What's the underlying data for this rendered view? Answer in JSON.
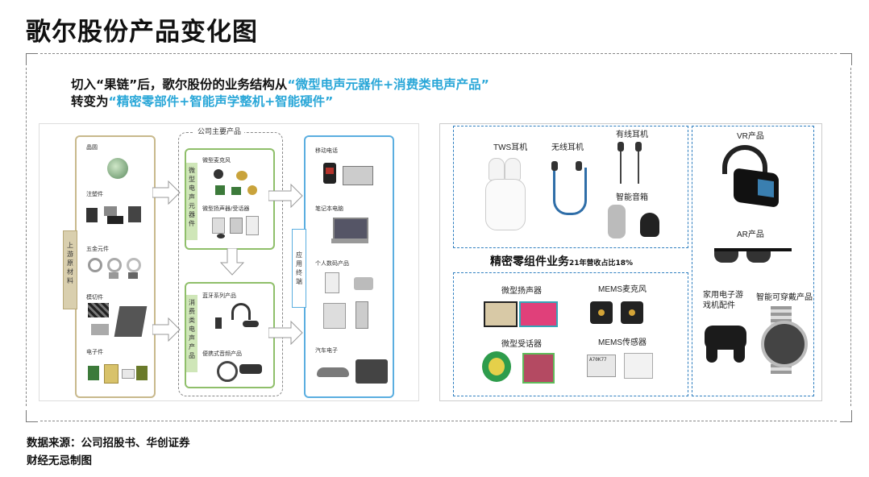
{
  "title": "歌尔股份产品变化图",
  "intro": {
    "line1_prefix": "切入“果链”后，歌尔股份的业务结构从",
    "line1_highlight": "“微型电声元器件+消费类电声产品”",
    "line2_prefix": "转变为",
    "line2_highlight": "“精密零部件+智能声学整机+智能硬件”"
  },
  "source": "数据来源：公司招股书、华创证券",
  "credit": "财经无忌制图",
  "left_diagram": {
    "group_title": "公司主要产品",
    "upstream_label": "上游原材料",
    "upstream_items": [
      "晶圆",
      "注塑件",
      "五金元件",
      "模切件",
      "电子件"
    ],
    "components_label": "微型电声元器件",
    "components_items": [
      "微型麦克风",
      "微型扬声器/受话器"
    ],
    "consumer_label": "消费类电声产品",
    "consumer_items": [
      "蓝牙系列产品",
      "便携式音频产品"
    ],
    "terminal_label": "应用终端",
    "terminals": [
      "移动电话",
      "笔记本电脑",
      "个人数码产品",
      "汽车电子"
    ]
  },
  "right_diagram": {
    "top_items": [
      "TWS耳机",
      "无线耳机",
      "有线耳机",
      "智能音箱"
    ],
    "precision_title": "精密零组件业务",
    "precision_note": "21年营收占比18%",
    "precision_items": [
      "微型扬声器",
      "MEMS麦克风",
      "微型受话器",
      "MEMS传感器"
    ],
    "side_items": [
      "VR产品",
      "AR产品",
      "家用电子游戏机配件",
      "智能可穿戴产品"
    ],
    "chip_text": "A70K77"
  },
  "colors": {
    "highlight": "#2aa7d8",
    "dash_blue": "#2f7fc0",
    "tan_border": "#c8b98c",
    "green_border": "#8fbf6a",
    "blue_border": "#5aaee0"
  }
}
